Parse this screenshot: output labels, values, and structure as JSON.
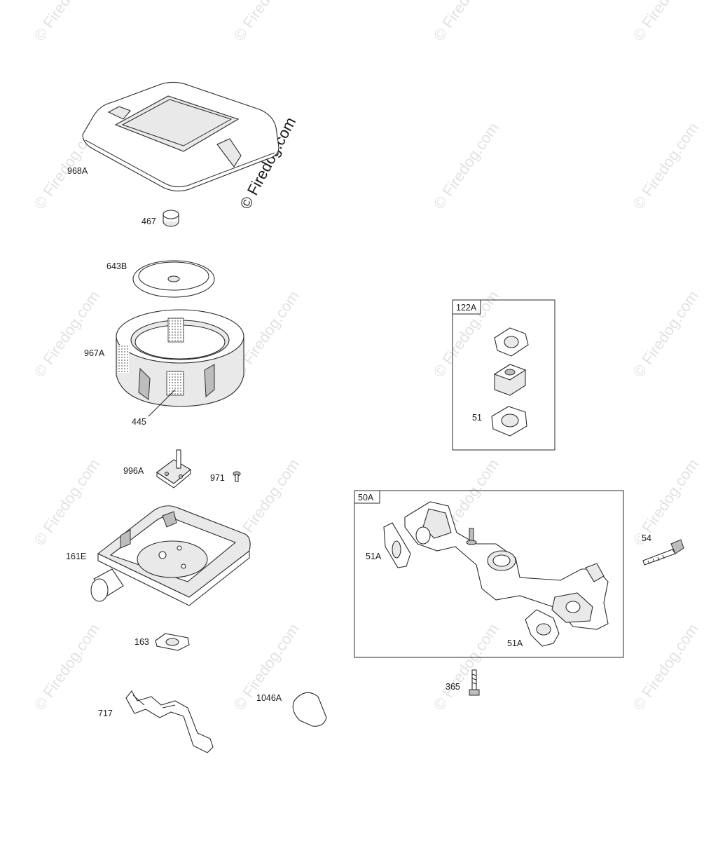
{
  "watermark": {
    "text": "© Firedog.com"
  },
  "labels": {
    "p968A": "968A",
    "p467": "467",
    "p643B": "643B",
    "p967A": "967A",
    "p445": "445",
    "p996A": "996A",
    "p971": "971",
    "p161E": "161E",
    "p163": "163",
    "p717": "717",
    "p1046A": "1046A",
    "p122A": "122A",
    "p51": "51",
    "p50A": "50A",
    "p51A_left": "51A",
    "p51A_right": "51A",
    "p54": "54",
    "p365": "365"
  }
}
